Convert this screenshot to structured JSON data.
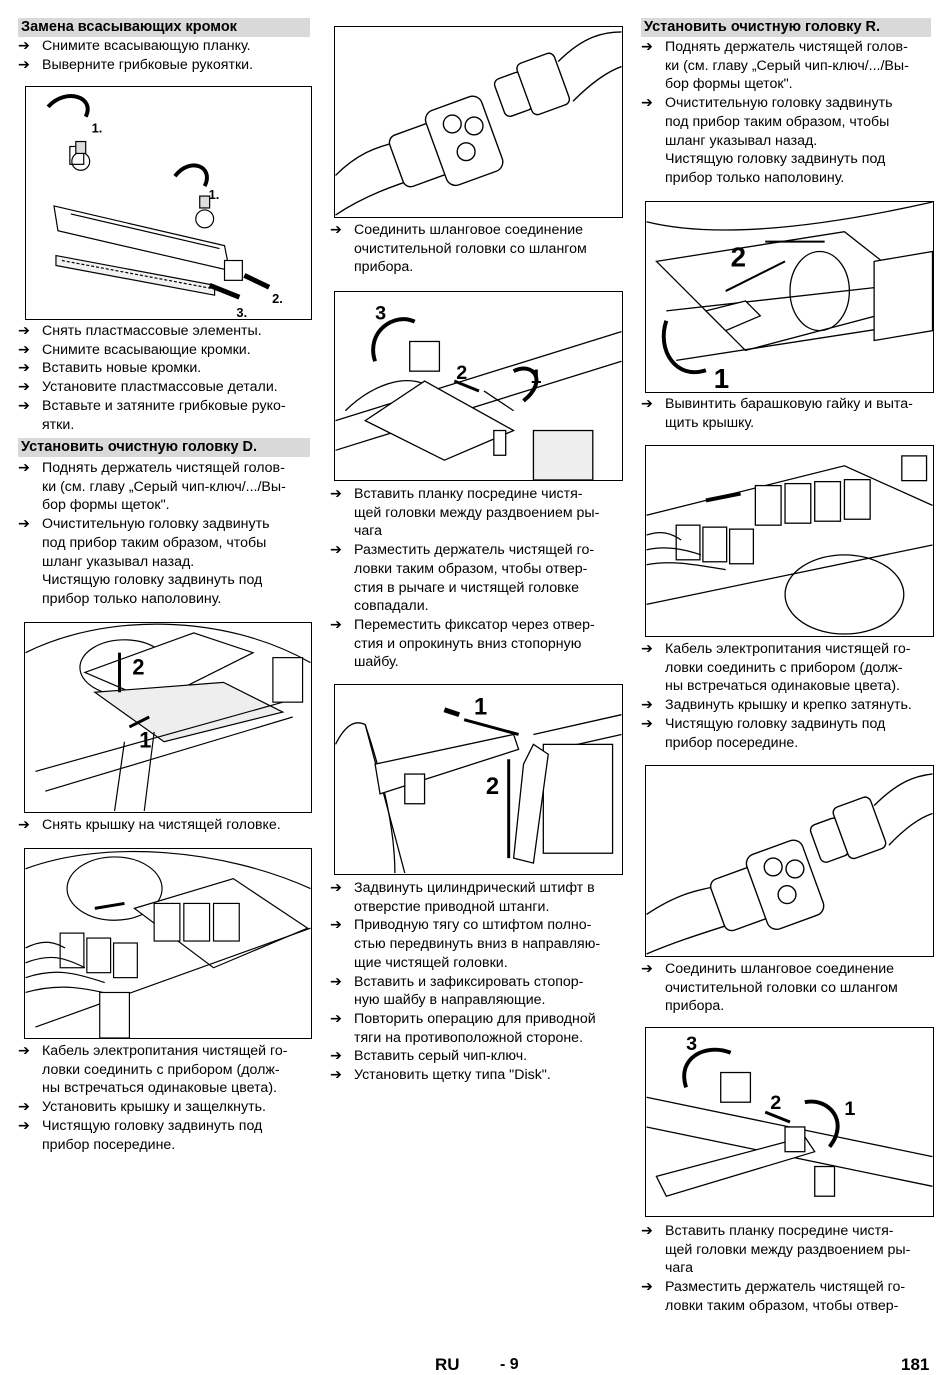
{
  "left": {
    "heading1": "Замена всасывающих кромок",
    "steps1": [
      "Снимите всасывающую планку.",
      "Выверните грибковые рукоятки."
    ],
    "steps2": [
      "Снять пластмассовые элементы.",
      "Снимите всасывающие кромки.",
      "Вставить новые кромки.",
      "Установите пластмассовые детали.",
      "Вставьте и затяните грибковые руко-\nятки."
    ],
    "heading2": "Установить очистную головку D.",
    "steps3": [
      "Поднять держатель чистящей голов-\nки (см. главу „Серый чип-ключ/.../Вы-\nбор формы щеток\".",
      "Очистительную головку задвинуть\nпод прибор таким образом, чтобы\nшланг указывал назад.\nЧистящую головку задвинуть под\nприбор только наполовину."
    ],
    "steps4": [
      "Снять крышку на чистящей головке."
    ],
    "steps5": [
      "Кабель электропитания чистящей го-\nловки соединить с прибором (долж-\nны встречаться одинаковые цвета).",
      "Установить крышку и защелкнуть.",
      "Чистящую головку задвинуть под\nприбор посередине."
    ]
  },
  "middle": {
    "steps1": [
      "Соединить шланговое соединение\nочистительной головки со шлангом\nприбора."
    ],
    "steps2": [
      "Вставить планку посредине чистя-\nщей головки между раздвоением ры-\nчага",
      "Разместить держатель чистящей го-\nловки таким образом, чтобы отвер-\nстия в рычаге и чистящей головке\nсовпадали.",
      "Переместить фиксатор через отвер-\nстия и опрокинуть вниз стопорную\nшайбу."
    ],
    "steps3": [
      "Задвинуть цилиндрический штифт в\nотверстие приводной штанги.",
      "Приводную тягу со штифтом полно-\nстью передвинуть вниз в направляю-\nщие чистящей головки.",
      "Вставить и зафиксировать стопор-\nную шайбу в направляющие.",
      "Повторить операцию для приводной\nтяги на противоположной стороне.",
      "Вставить серый чип-ключ.",
      "Установить щетку типа \"Disk\"."
    ]
  },
  "right": {
    "heading1": "Установить очистную головку R.",
    "steps1": [
      "Поднять держатель чистящей голов-\nки (см. главу „Серый чип-ключ/.../Вы-\nбор формы щеток\".",
      "Очистительную головку задвинуть\nпод прибор таким образом, чтобы\nшланг указывал назад.\nЧистящую головку задвинуть под\nприбор только наполовину."
    ],
    "steps2": [
      "Вывинтить барашковую гайку и выта-\nщить крышку."
    ],
    "steps3": [
      "Кабель электропитания чистящей го-\nловки соединить с прибором (долж-\nны встречаться одинаковые цвета).",
      "Задвинуть крышку и крепко затянуть.",
      "Чистящую головку задвинуть под\nприбор посередине."
    ],
    "steps4": [
      "Соединить шланговое соединение\nочистительной головки со шлангом\nприбора."
    ],
    "steps5": [
      "Вставить планку посредине чистя-\nщей головки между раздвоением ры-\nчага",
      "Разместить держатель чистящей го-\nловки таким образом, чтобы отвер-"
    ]
  },
  "figures": {
    "fig1_labels": [
      "1.",
      "1.",
      "2.",
      "3."
    ],
    "fig_d_cover_labels": [
      "2",
      "1"
    ],
    "fig_pin_labels": [
      "3",
      "2",
      "1"
    ],
    "fig_rod_labels": [
      "1",
      "2"
    ],
    "fig_r_cover_labels": [
      "2",
      "1"
    ],
    "fig_r_pin_labels": [
      "3",
      "2",
      "1"
    ]
  },
  "footer": {
    "lang": "RU",
    "page_local": "- 9",
    "page_total": "181"
  },
  "arrow_glyph": "➔"
}
